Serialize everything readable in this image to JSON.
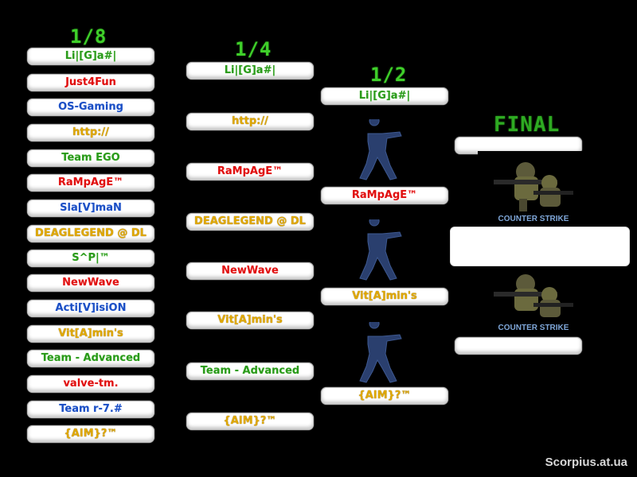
{
  "rounds": {
    "r16_title": "1/8",
    "r8_title": "1/4",
    "r4_title": "1/2",
    "final_title": "FINAL"
  },
  "r16": [
    {
      "name": "Li|[G]a#|",
      "color": "green"
    },
    {
      "name": "Just4Fun",
      "color": "red"
    },
    {
      "name": "OS-Gaming",
      "color": "blue"
    },
    {
      "name": "http://",
      "color": "gold"
    },
    {
      "name": "Team EGO",
      "color": "green"
    },
    {
      "name": "RaMpAgE™",
      "color": "red"
    },
    {
      "name": "Sla[V]maN",
      "color": "blue"
    },
    {
      "name": "DEAGLEGEND @ DL",
      "color": "gold"
    },
    {
      "name": "S^P|™",
      "color": "green"
    },
    {
      "name": "NewWave",
      "color": "red"
    },
    {
      "name": "Acti[V]isiON",
      "color": "blue"
    },
    {
      "name": "Vit[A]min's",
      "color": "gold"
    },
    {
      "name": "Team - Advanced",
      "color": "green"
    },
    {
      "name": "valve-tm.",
      "color": "red"
    },
    {
      "name": "Team r-7.#",
      "color": "blue"
    },
    {
      "name": "{AIM}?™",
      "color": "gold"
    }
  ],
  "r8": [
    {
      "name": "Li|[G]a#|",
      "color": "green"
    },
    {
      "name": "http://",
      "color": "gold"
    },
    {
      "name": "RaMpAgE™",
      "color": "red"
    },
    {
      "name": "DEAGLEGEND @ DL",
      "color": "gold"
    },
    {
      "name": "NewWave",
      "color": "red"
    },
    {
      "name": "Vit[A]min's",
      "color": "gold"
    },
    {
      "name": "Team - Advanced",
      "color": "green"
    },
    {
      "name": "{AIM}?™",
      "color": "gold"
    }
  ],
  "r4": [
    {
      "name": "Li|[G]a#|",
      "color": "green"
    },
    {
      "name": "RaMpAgE™",
      "color": "red"
    },
    {
      "name": "Vit[A]min's",
      "color": "gold"
    },
    {
      "name": "{AIM}?™",
      "color": "gold"
    }
  ],
  "final": [
    {
      "name": "",
      "color": "green"
    },
    {
      "name": "",
      "color": "green"
    }
  ],
  "logo_text": "COUNTER STRIKE",
  "watermark": "Scorpius.at.ua",
  "colors": {
    "green": "#2a9a1a",
    "red": "#e01010",
    "blue": "#1b4fc4",
    "gold": "#e0a800",
    "title": "#3fcf2a"
  }
}
